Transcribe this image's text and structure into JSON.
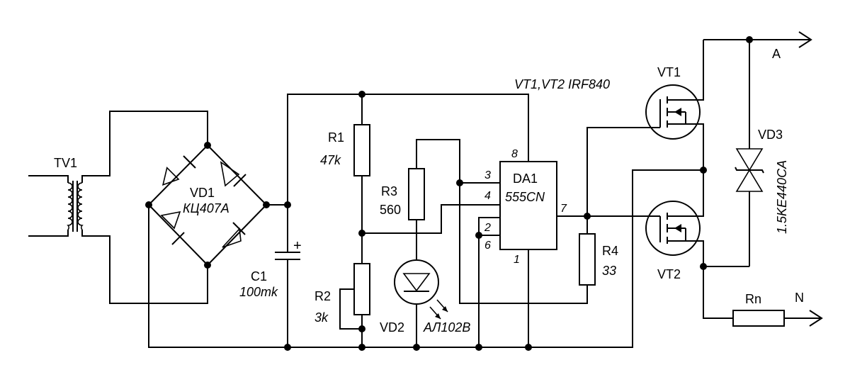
{
  "labels": {
    "tv1": "TV1",
    "vd1": "VD1",
    "vd1_type": "КЦ407А",
    "c1": "C1",
    "c1_value": "100mk",
    "c1_polarity": "+",
    "r1": "R1",
    "r1_value": "47k",
    "r2": "R2",
    "r2_value": "3k",
    "r3": "R3",
    "r3_value": "560",
    "r4": "R4",
    "r4_value": "33",
    "vd2": "VD2",
    "vd2_type": "АЛ102В",
    "da1": "DA1",
    "da1_type": "555CN",
    "transistors_note": "VT1,VT2 IRF840",
    "vt1": "VT1",
    "vt2": "VT2",
    "vd3": "VD3",
    "vd3_type": "1.5KE440CA",
    "rn": "Rn",
    "out_a": "A",
    "out_n": "N"
  },
  "pins": {
    "p8": "8",
    "p3": "3",
    "p4": "4",
    "p7": "7",
    "p2": "2",
    "p6": "6",
    "p1": "1"
  }
}
